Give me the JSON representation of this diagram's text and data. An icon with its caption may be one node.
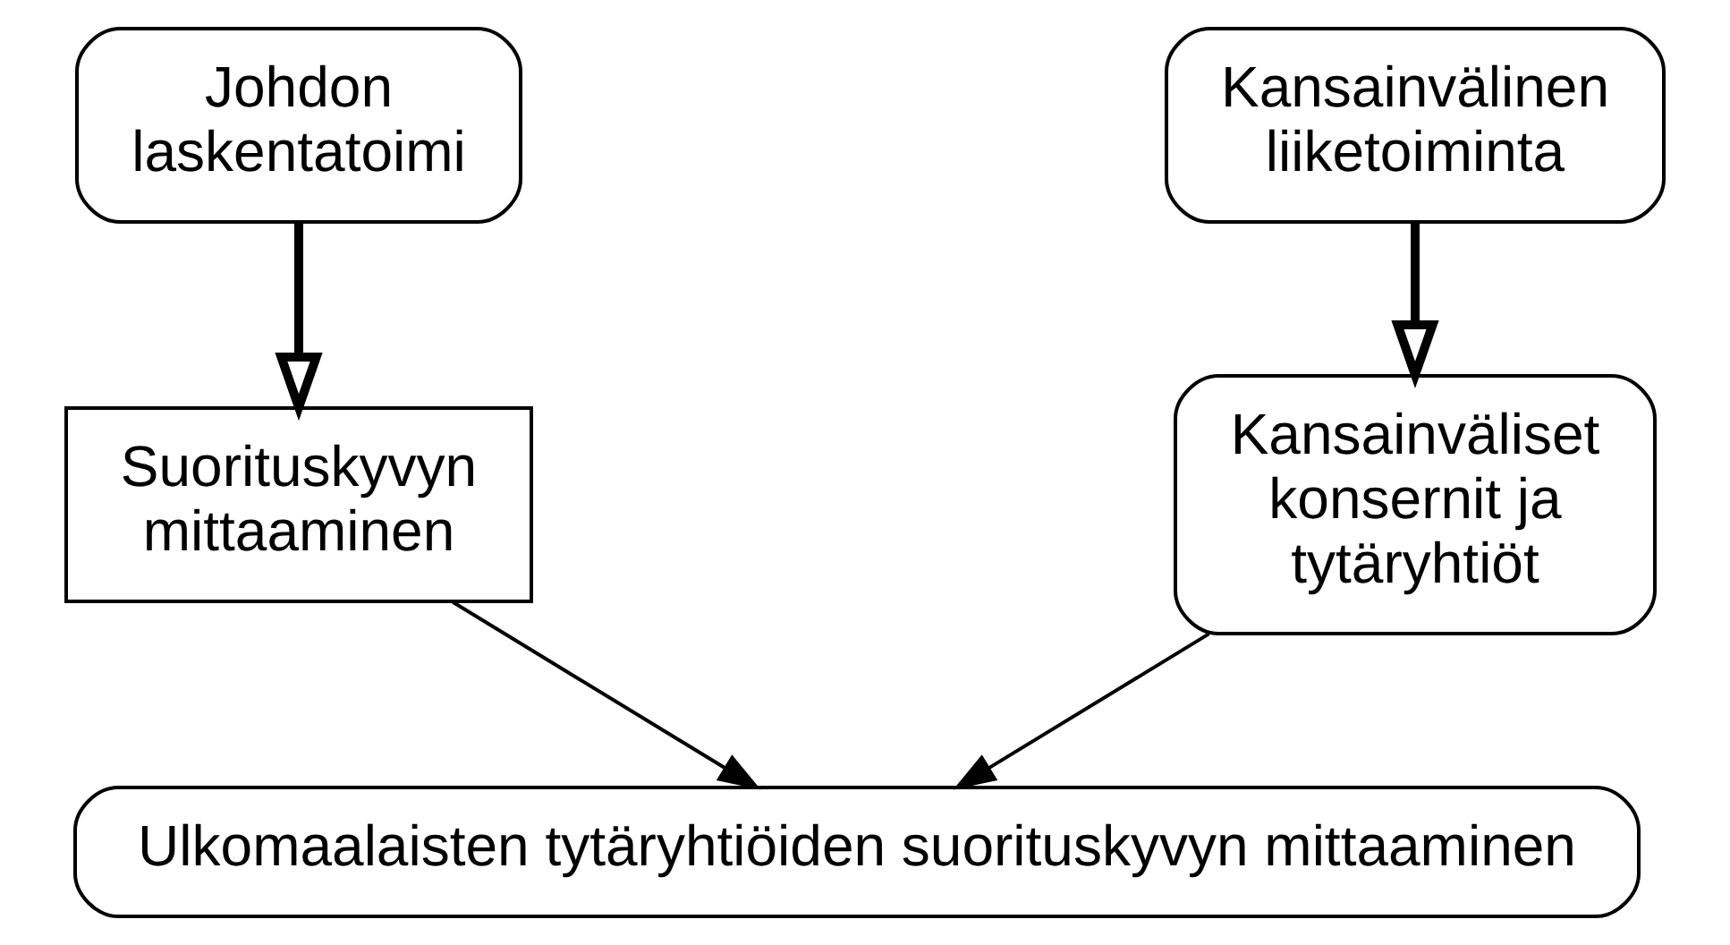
{
  "diagram": {
    "nodes": [
      {
        "text": [
          "Johdon laskentatoimi"
        ]
      },
      {
        "text": [
          "Kansainvälinen liiketoiminta"
        ]
      },
      {
        "text": [
          "Suorituskyvyn mittaaminen"
        ]
      },
      {
        "text": [
          "Kansainväliset konsernit ja tytäryhtiöt"
        ]
      },
      {
        "text": [
          "Ulkomaalaisten tytäryhtiöiden suorituskyvyn mittaaminen"
        ]
      }
    ],
    "edges": [
      {
        "from": 0,
        "to": 2,
        "arrow": "to",
        "style": "thick"
      },
      {
        "from": 1,
        "to": 3,
        "arrow": "to",
        "style": "thick"
      },
      {
        "from": 2,
        "to": 4,
        "arrow": "to"
      },
      {
        "from": 3,
        "to": 4,
        "arrow": "to"
      }
    ]
  }
}
